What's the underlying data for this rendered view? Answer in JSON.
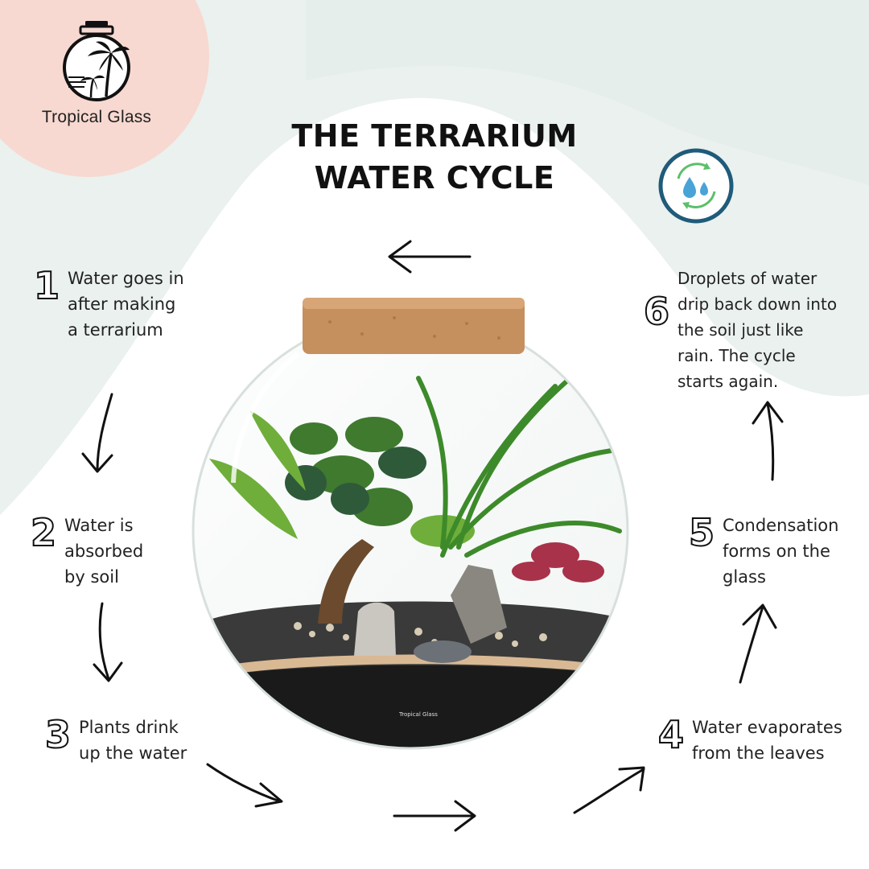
{
  "brand": {
    "name": "Tropical Glass"
  },
  "title": {
    "line1": "THE TERRARIUM",
    "line2": "WATER CYCLE"
  },
  "icons": {
    "logo": "jar-palm-logo-icon",
    "cycle": "water-cycle-icon",
    "arrow": "arrow-icon"
  },
  "colors": {
    "background": "#ffffff",
    "pink_blob": "#f7d9d1",
    "mint_bg": "#eaf1ee",
    "badge_ring": "#1f5b7a",
    "badge_water": "#4aa3d6",
    "badge_arrows": "#5cbf6a",
    "cork": "#c58f5e",
    "text": "#222222"
  },
  "steps": [
    {
      "number": "1",
      "text": [
        "Water goes in",
        "after making",
        "a terrarium"
      ]
    },
    {
      "number": "2",
      "text": [
        "Water is",
        "absorbed",
        "by soil"
      ]
    },
    {
      "number": "3",
      "text": [
        "Plants drink",
        "up the water"
      ]
    },
    {
      "number": "4",
      "text": [
        "Water evaporates",
        "from the leaves"
      ]
    },
    {
      "number": "5",
      "text": [
        "Condensation",
        "forms on the",
        "glass"
      ]
    },
    {
      "number": "6",
      "text": [
        "Droplets of water",
        "drip back down into",
        "the soil just like",
        "rain. The cycle",
        "starts again."
      ]
    }
  ]
}
